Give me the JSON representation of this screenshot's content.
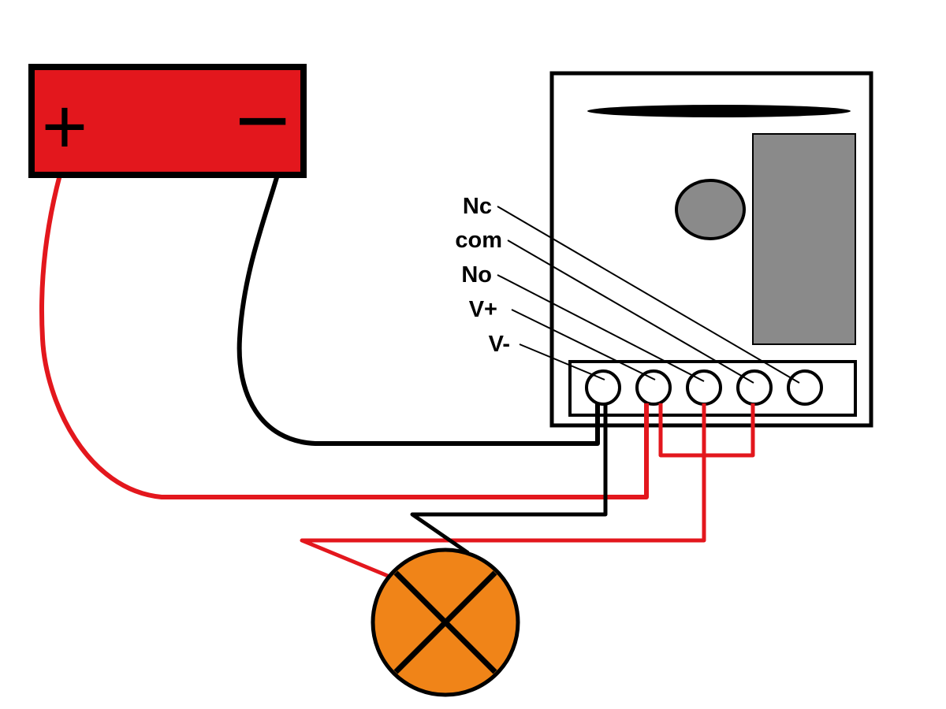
{
  "diagram": {
    "relay_terminals": {
      "nc": "Nc",
      "com": "com",
      "no": "No",
      "v_plus": "V+",
      "v_minus": "V-"
    },
    "battery": {
      "positive_label": "+",
      "negative_label": "−"
    },
    "colors": {
      "battery_red": "#e3171d",
      "wire_red": "#e3171d",
      "wire_black": "#000000",
      "lamp_orange": "#f08418",
      "component_gray": "#8a8a8a"
    }
  }
}
